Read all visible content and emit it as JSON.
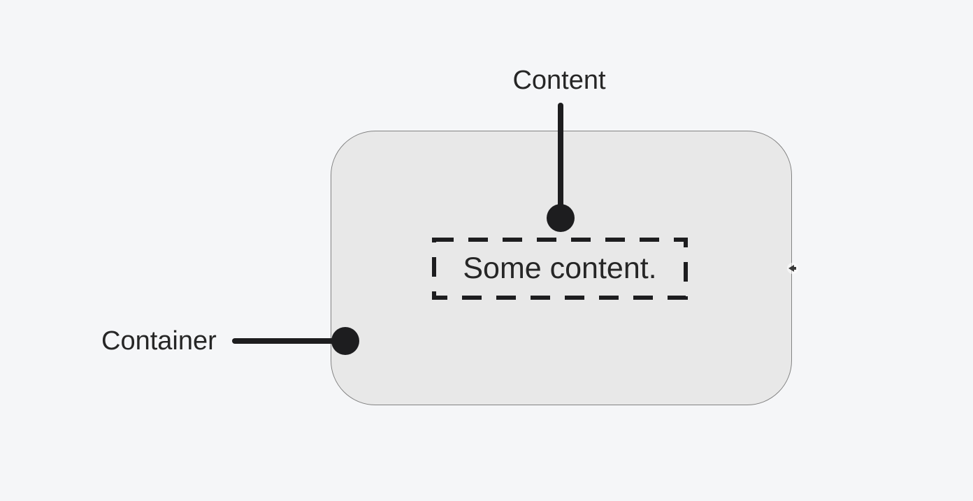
{
  "diagram": {
    "labels": {
      "content": "Content",
      "container": "Container"
    },
    "content_text": "Some content.",
    "colors": {
      "background": "#f5f6f8",
      "container_fill": "#e8e8e8",
      "container_edge": "#838383",
      "connector_ink": "#1d1d1f",
      "text": "#262626"
    }
  }
}
